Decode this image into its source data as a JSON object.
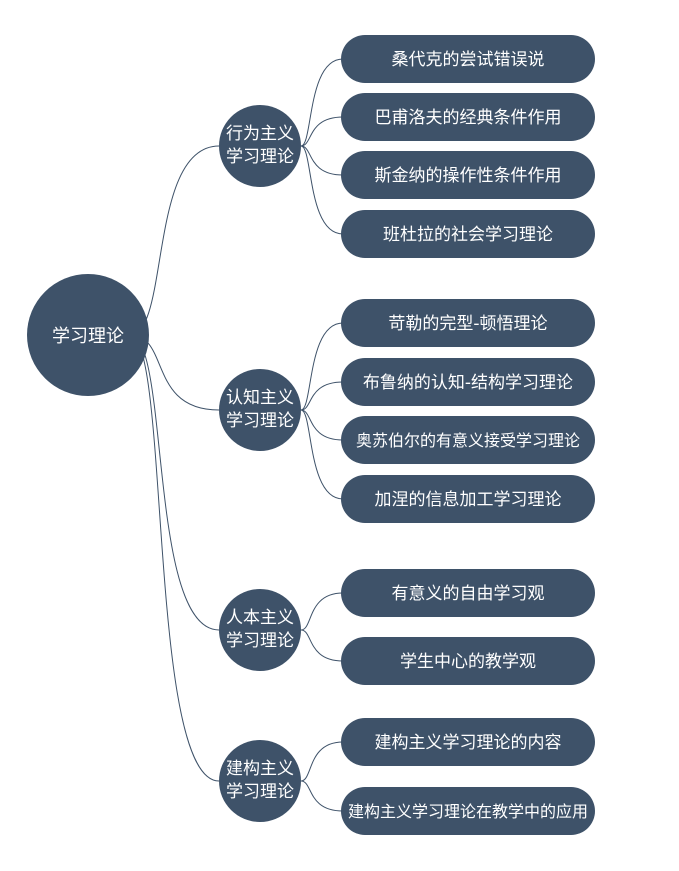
{
  "root": {
    "label": "学习理论"
  },
  "branches": [
    {
      "line1": "行为主义",
      "line2": "学习理论",
      "leaves": [
        "桑代克的尝试错误说",
        "巴甫洛夫的经典条件作用",
        "斯金纳的操作性条件作用",
        "班杜拉的社会学习理论"
      ]
    },
    {
      "line1": "认知主义",
      "line2": "学习理论",
      "leaves": [
        "苛勒的完型-顿悟理论",
        "布鲁纳的认知-结构学习理论",
        "奥苏伯尔的有意义接受学习理论",
        "加涅的信息加工学习理论"
      ]
    },
    {
      "line1": "人本主义",
      "line2": "学习理论",
      "leaves": [
        "有意义的自由学习观",
        "学生中心的教学观"
      ]
    },
    {
      "line1": "建构主义",
      "line2": "学习理论",
      "leaves": [
        "建构主义学习理论的内容",
        "建构主义学习理论在教学中的应用"
      ]
    }
  ],
  "colors": {
    "node": "#3e5269",
    "text": "#ffffff",
    "link": "#3e5269"
  }
}
